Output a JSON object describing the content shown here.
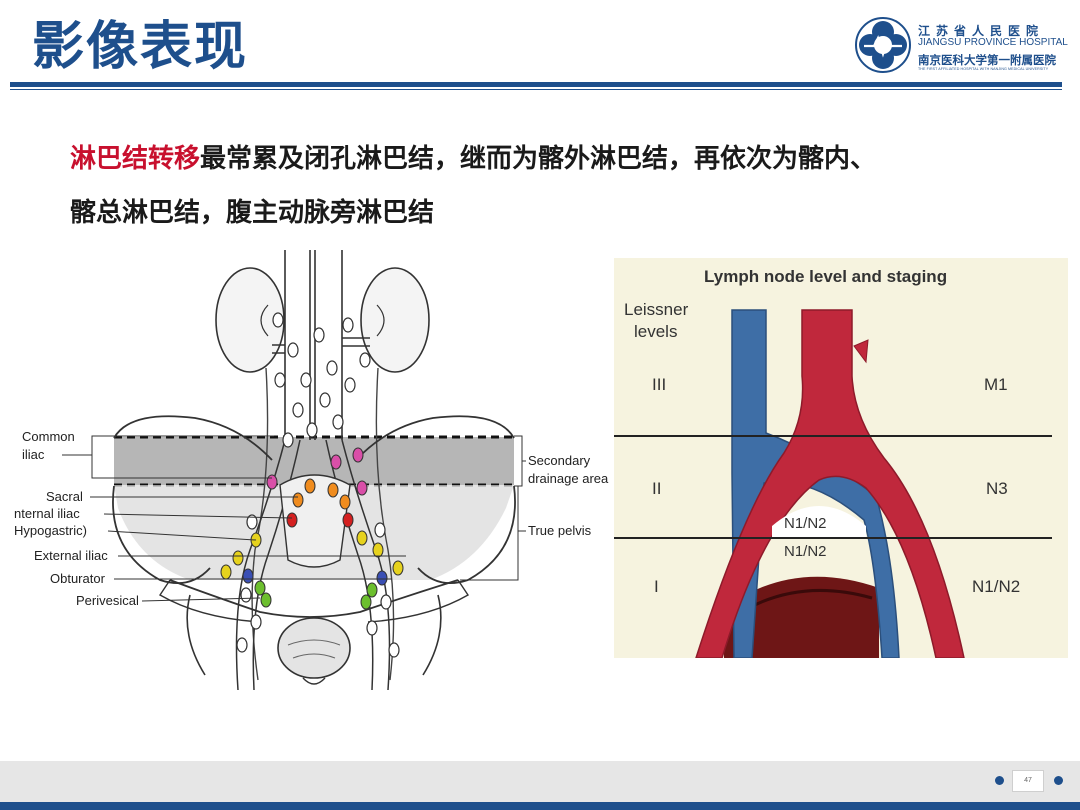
{
  "header": {
    "title": "影像表现",
    "logo": {
      "name_cn": "江苏省人民医院",
      "name_en": "JIANGSU PROVINCE HOSPITAL",
      "name_cn2": "南京医科大学第一附属医院",
      "name_tiny": "THE FIRST AFFILIATED HOSPITAL WITH NANJING MEDICAL UNIVERSITY"
    }
  },
  "body": {
    "highlight": "淋巴结转移",
    "line1_rest": "最常累及闭孔淋巴结，继而为髂外淋巴结，再依次为髂内、",
    "line2": "髂总淋巴结，腹主动脉旁淋巴结"
  },
  "left_figure": {
    "labels": {
      "common_iliac_1": "Common",
      "common_iliac_2": "iliac",
      "sacral": "Sacral",
      "internal_iliac": "nternal iliac",
      "hypogastric": "Hypogastric)",
      "external_iliac": "External iliac",
      "obturator": "Obturator",
      "perivesical": "Perivesical",
      "secondary_1": "Secondary",
      "secondary_2": "drainage area",
      "true_pelvis": "True pelvis"
    },
    "colors": {
      "pink": "#d94fa8",
      "orange": "#f08c1e",
      "red": "#d42020",
      "yellow": "#e6d21e",
      "blue": "#3a4fb4",
      "green": "#6cbf2e"
    }
  },
  "right_figure": {
    "title": "Lymph node level and staging",
    "leissner_1": "Leissner",
    "leissner_2": "levels",
    "levels": [
      "III",
      "II",
      "I"
    ],
    "stages": [
      "M1",
      "N3",
      "N1/N2"
    ],
    "inner_labels": [
      "N1/N2",
      "N1/N2"
    ],
    "colors": {
      "background": "#f6f3df",
      "artery": "#c0283c",
      "vein": "#3e6ea6"
    }
  },
  "footer": {
    "page_number": "47",
    "accent": "#1e4f8c"
  }
}
